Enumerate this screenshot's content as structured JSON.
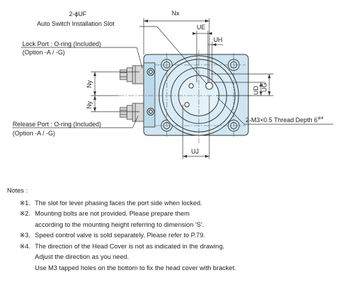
{
  "labels": {
    "slot_title": "2-ϕUF",
    "slot_desc": "Auto Switch Installation Slot",
    "nx": "Nx",
    "ue": "UE",
    "uh": "UH",
    "lock_port": "Lock Port : O-ring (Included)",
    "lock_option": "(Option -A / -G)",
    "ny_top": "Ny",
    "ny_bottom": "Ny",
    "ud": "UD",
    "ug": "UG",
    "thread": "2-M3×0.5 Thread Depth 6",
    "thread_note": "※4",
    "release_port": "Release Port : O-ring (Included)",
    "release_option": "(Option -A / -G)",
    "uj": "UJ"
  },
  "notes": {
    "title": "Notes :",
    "items": [
      {
        "mark": "※1.",
        "lines": [
          "The slot for lever phasing faces the port side when locked."
        ]
      },
      {
        "mark": "※2.",
        "lines": [
          "Mounting bolts are not provided. Please prepare them",
          "according to the mounting height referring to dimension 'S'."
        ]
      },
      {
        "mark": "※3.",
        "lines": [
          "Speed control valve is sold separately. Please refer to P.79."
        ]
      },
      {
        "mark": "※4.",
        "lines": [
          "The direction of the Head Cover is not as indicated in the drawing.",
          "Adjust the direction as you need.",
          "Use M3 tapped holes on the bottom to fix the head cover with bracket."
        ]
      }
    ]
  },
  "colors": {
    "body_fill": "#cfe6f2",
    "line": "#333333"
  }
}
